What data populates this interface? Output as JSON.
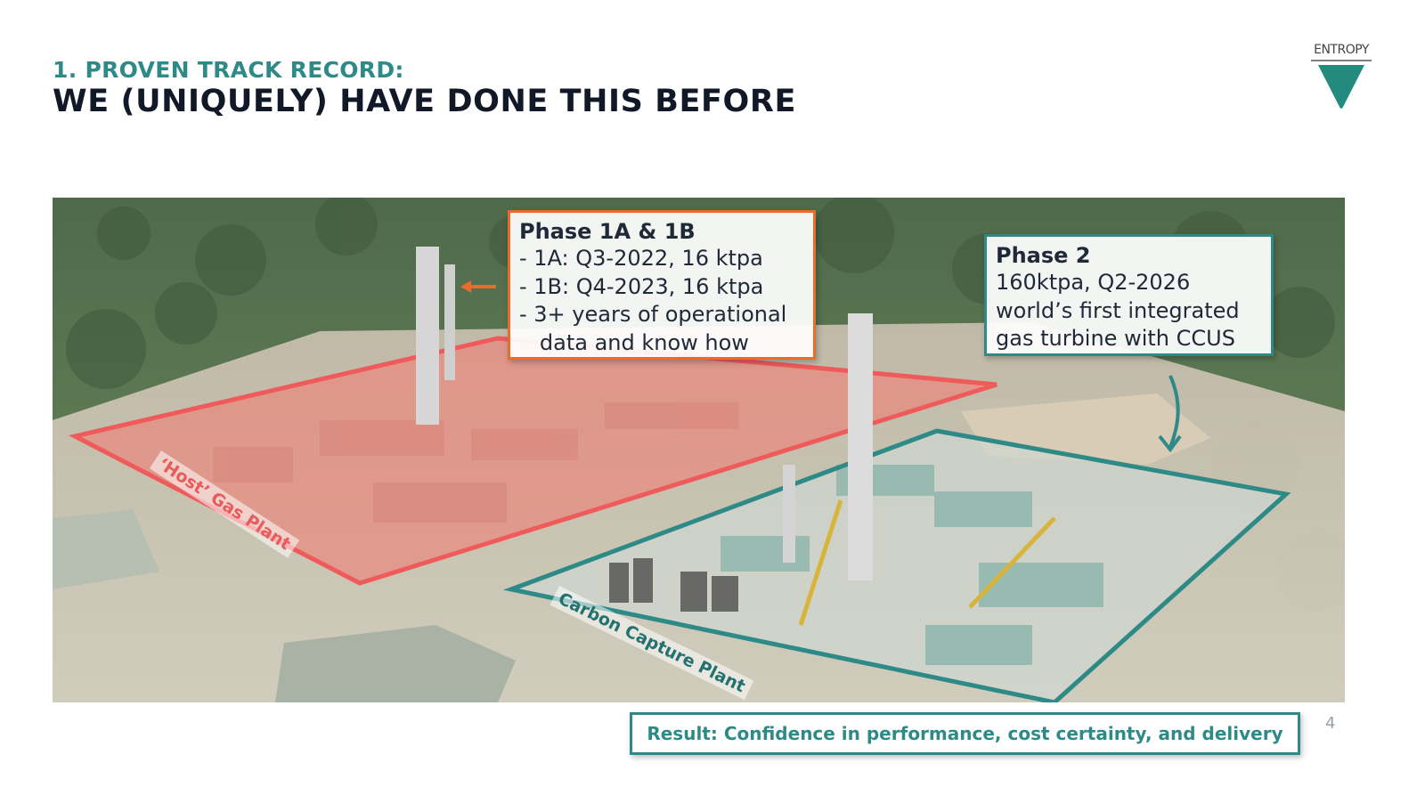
{
  "header": {
    "eyebrow": "1. PROVEN TRACK RECORD:",
    "title": "WE (UNIQUELY) HAVE DONE THIS BEFORE"
  },
  "logo": {
    "text": "ENTROPY",
    "icon": "funnel-drop-icon"
  },
  "photo": {
    "description_icon": "aerial-plant-photo",
    "host_label": "‘Host’ Gas Plant",
    "capture_label": "Carbon Capture Plant"
  },
  "callout_phase1": {
    "heading": "Phase 1A & 1B",
    "lines": [
      "- 1A: Q3-2022, 16 ktpa",
      "- 1B: Q4-2023, 16 ktpa",
      "- 3+ years of operational",
      "   data and know how"
    ]
  },
  "callout_phase2": {
    "heading": "Phase 2",
    "lines": [
      "160ktpa, Q2-2026",
      "world’s first integrated",
      "gas turbine with CCUS"
    ]
  },
  "result": "Result: Confidence in performance, cost certainty, and delivery",
  "page_number": "4",
  "colors": {
    "teal": "#2e8a86",
    "orange": "#ec6a2c",
    "red_zone": "#ef5a5a",
    "title_dark": "#111827"
  }
}
